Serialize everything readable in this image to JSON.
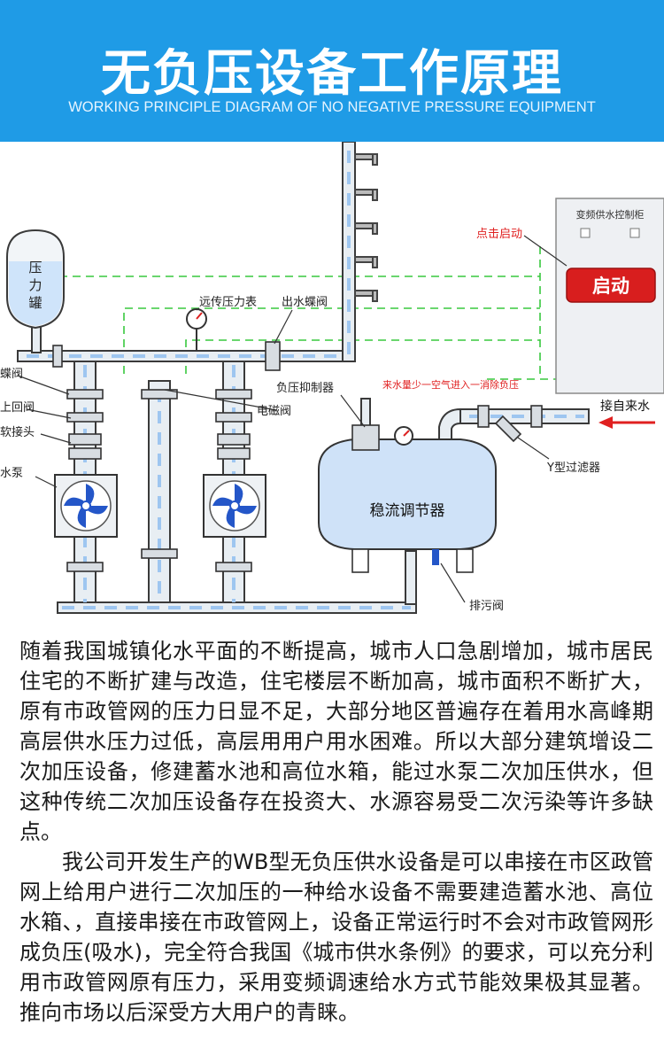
{
  "header": {
    "title": "无负压设备工作原理",
    "subtitle": "WORKING PRINCIPLE DIAGRAM OF NO NEGATIVE PRESSURE EQUIPMENT"
  },
  "diagram": {
    "tank_label": [
      "压",
      "力",
      "罐"
    ],
    "labels": {
      "remote_gauge": "远传压力表",
      "outlet_butterfly": "出水蝶阀",
      "neg_suppressor": "负压抑制器",
      "solenoid": "电磁阀",
      "butterfly": "蝶阀",
      "check_valve": "上回阀",
      "soft_joint": "软接头",
      "pump": "水泵",
      "stabilizer": "稳流调节器",
      "drain": "排污阀",
      "inlet": "接自来水",
      "y_filter": "Y型过滤器",
      "note": "来水量少一空气进入一消除负压",
      "click_start": "点击启动"
    },
    "cabinet": {
      "title": "变频供水控制柜",
      "start_button": "启动"
    },
    "colors": {
      "red": "#e02020",
      "control_line": "#39c83f",
      "water": "#9ec6f0",
      "pipe": "#e8eef3"
    }
  },
  "content": {
    "para1": "随着我国城镇化水平面的不断提高，城市人口急剧增加，城市居民住宅的不断扩建与改造，住宅楼层不断加高，城市面积不断扩大，原有市政管网的压力日显不足，大部分地区普遍存在着用水高峰期高层供水压力过低，高层用用户用水困难。所以大部分建筑增设二次加压设备，修建蓄水池和高位水箱，能过水泵二次加压供水，但这种传统二次加压设备存在投资大、水源容易受二次污染等许多缺点。",
    "para2": "我公司开发生产的WB型无负压供水设备是可以串接在市区政管网上给用户进行二次加压的一种给水设备不需要建造蓄水池、高位水箱、，直接串接在市政管网上，设备正常运行时不会对市政管网形成负压(吸水)，完全符合我国《城市供水条例》的要求，可以充分利用市政管网原有压力，采用变频调速给水方式节能效果极其显著。推向市场以后深受方大用户的青睐。"
  }
}
